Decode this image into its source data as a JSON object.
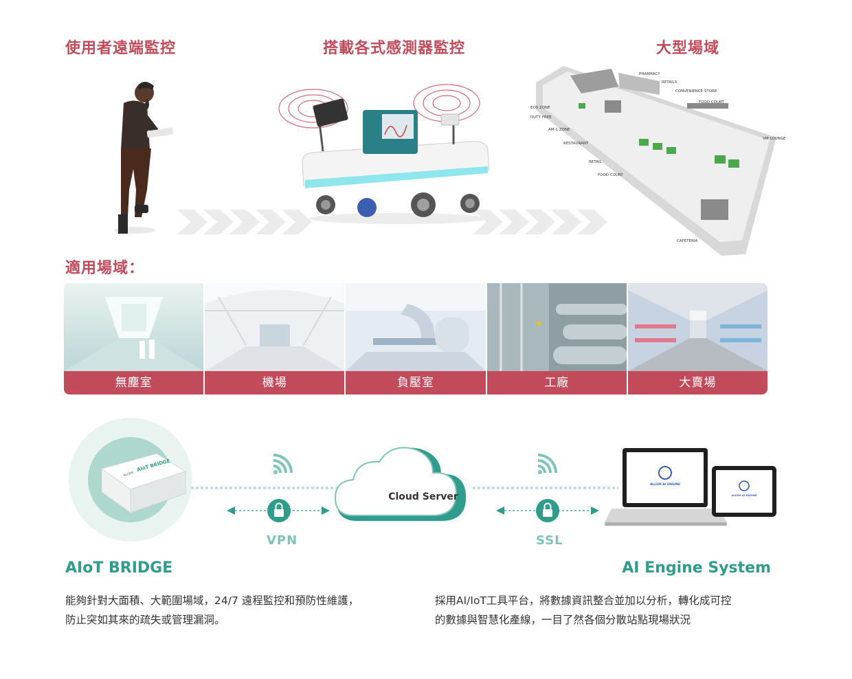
{
  "headings": {
    "remote": "使用者遠端監控",
    "sensors": "搭載各式感測器監控",
    "large_area": "大型場域",
    "applicable": "適用場域："
  },
  "map_labels": {
    "pharmacy": "PHARMACY",
    "retails": "RETAILS",
    "convenience": "CONVENIENCE STORE",
    "food_court_1": "FOOD COURT",
    "eos_zone": "EOS ZONE",
    "duty_free": "DUTY FREE",
    "am1_zone": "AM-1 ZONE",
    "restaurant": "RESTAURANT",
    "retail": "RETAIL",
    "food_court_2": "FOOD COURT",
    "vip_lounge": "VIP LOUNGE",
    "cafeteria": "CAFETERIA"
  },
  "venues": [
    {
      "label": "無塵室"
    },
    {
      "label": "機場"
    },
    {
      "label": "負壓室"
    },
    {
      "label": "工廠"
    },
    {
      "label": "大賣場"
    }
  ],
  "network": {
    "bridge_title": "AIoT BRIDGE",
    "engine_title": "AI Engine System",
    "cloud_label": "Cloud Server",
    "vpn_label": "VPN",
    "ssl_label": "SSL",
    "device_brand": "ALLEM",
    "device_logo": "AIoT BRIDGE",
    "screen_logo": "ALLEM AI ENGINE"
  },
  "descriptions": {
    "bridge_line1": "能夠針對大面積、大範圍場域，24/7 遠程監控和預防性維護，",
    "bridge_line2": "防止突如其來的疏失或管理漏洞。",
    "engine_line1": "採用AI/IoT工具平台，將數據資訊整合並加以分析，轉化成可控",
    "engine_line2": "的數據與智慧化產線，一目了然各個分散站點現場狀況"
  },
  "colors": {
    "accent_red": "#c24b5b",
    "accent_teal": "#2f9c8c",
    "light_teal": "#7fc4b8"
  }
}
